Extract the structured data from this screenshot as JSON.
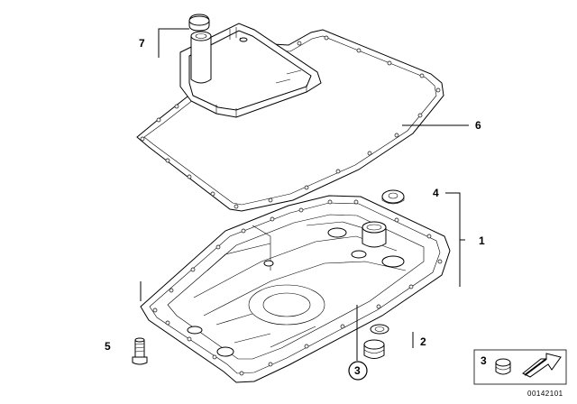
{
  "callouts": {
    "c7": "7",
    "c6": "6",
    "c4": "4",
    "c1": "1",
    "c5": "5",
    "c2": "2",
    "c3_circled": "3",
    "c3_legend": "3"
  },
  "reference_number": "00142101"
}
